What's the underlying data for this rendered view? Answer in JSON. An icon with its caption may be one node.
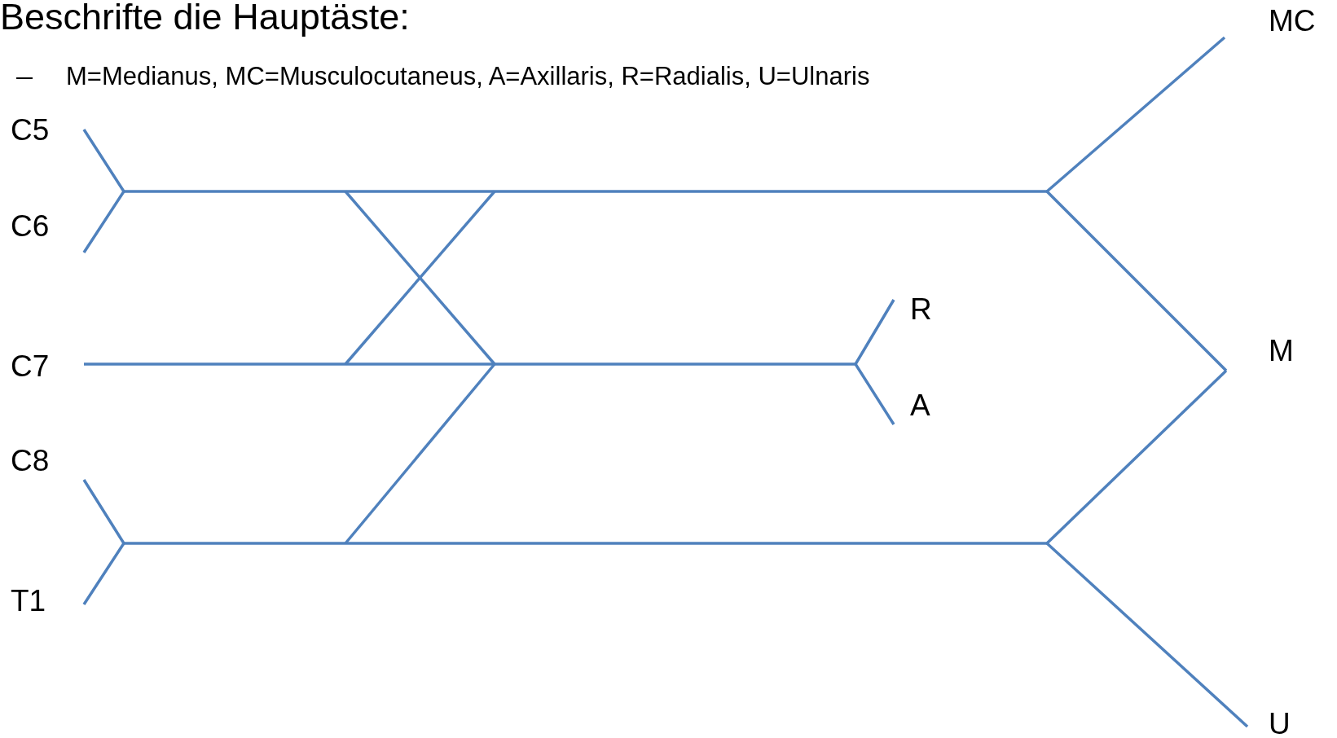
{
  "diagram": {
    "title": "Beschrifte die Hauptäste:",
    "labels": [
      "M=Medianus, MC=Musculocutaneus, A=Axillaris, R=Radialis, U=Ulnaris",
      "C5",
      "C6",
      "C7",
      "C8",
      "T1",
      "R",
      "A",
      "MC",
      "M",
      "U"
    ]
  }
}
